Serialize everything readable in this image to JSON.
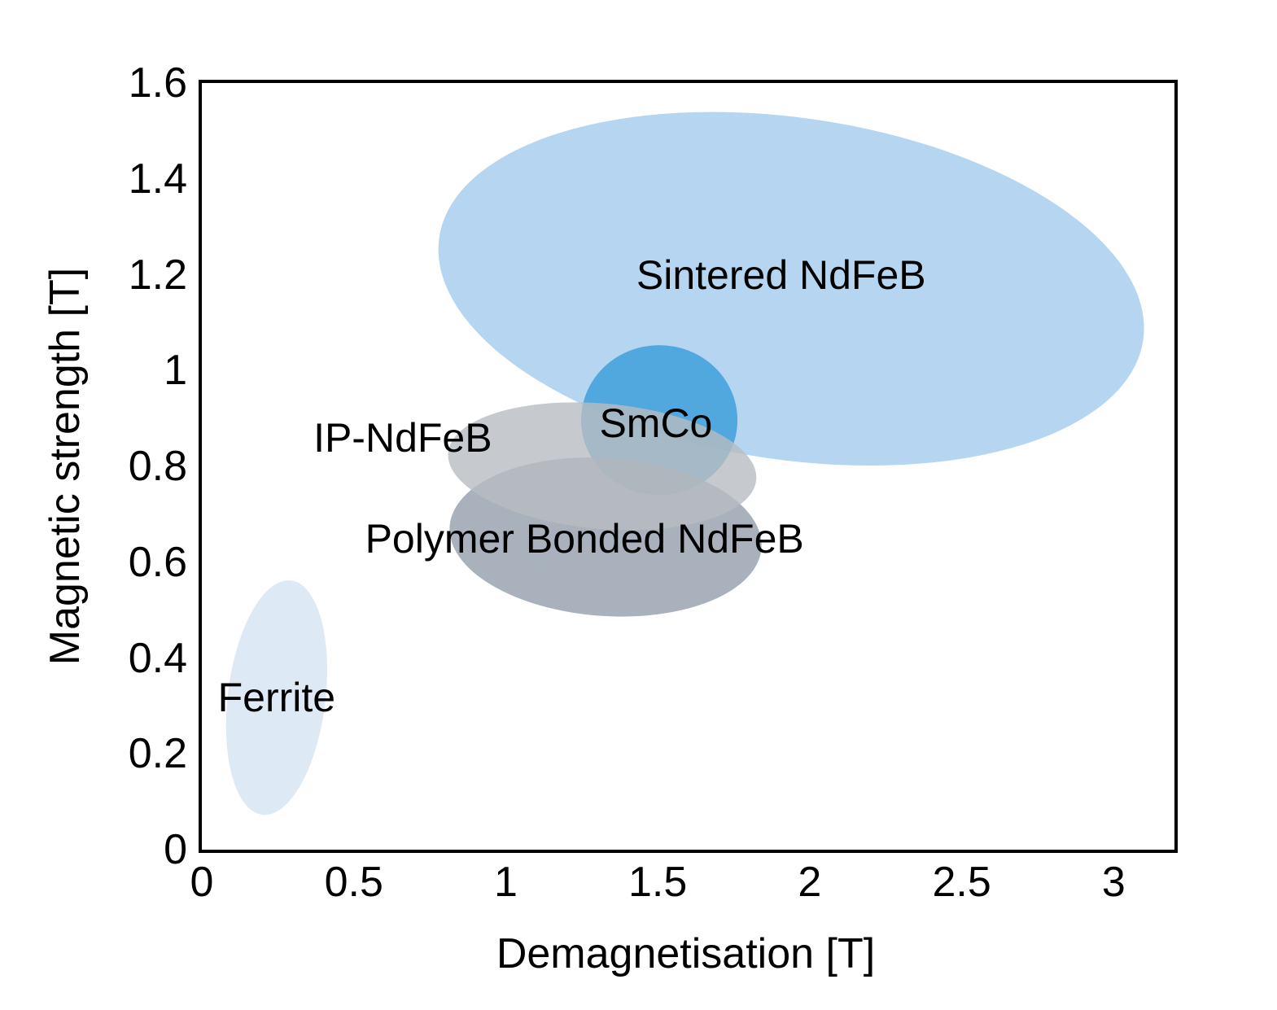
{
  "chart_data": {
    "type": "area",
    "title": "",
    "xlabel": "Demagnetisation [T]",
    "ylabel": "Magnetic strength [T]",
    "xlim": [
      0,
      3.2
    ],
    "ylim": [
      0,
      1.6
    ],
    "grid": false,
    "legend": "none (labels drawn inside regions)",
    "axis_color": "#000000",
    "background": "#FFFFFF",
    "x_ticks": {
      "values": [
        0,
        0.5,
        1,
        1.5,
        2,
        2.5,
        3
      ],
      "labels": [
        "0",
        "0.5",
        "1",
        "1.5",
        "2",
        "2.5",
        "3"
      ]
    },
    "y_ticks": {
      "values": [
        0,
        0.2,
        0.4,
        0.6,
        0.8,
        1,
        1.2,
        1.4,
        1.6
      ],
      "labels": [
        "0",
        "0.2",
        "0.4",
        "0.6",
        "0.8",
        "1",
        "1.2",
        "1.4",
        "1.6"
      ]
    },
    "regions": [
      {
        "id": "sintered-ndfeb",
        "label": "Sintered NdFeB",
        "cx": 1.94,
        "cy": 1.17,
        "rx": 1.17,
        "ry": 0.357,
        "rotation_deg": 8.3,
        "fill": "#B5D5F0",
        "z": 1,
        "label_x": 1.906,
        "label_y": 1.199
      },
      {
        "id": "smco",
        "label": "SmCo",
        "cx": 1.505,
        "cy": 0.897,
        "rx": 0.257,
        "ry": 0.156,
        "rotation_deg": 0,
        "fill": "rgba(62,160,218,0.85)",
        "z": 2,
        "label_x": 1.494,
        "label_y": 0.89
      },
      {
        "id": "ferrite",
        "label": "Ferrite",
        "cx": 0.246,
        "cy": 0.318,
        "rx": 0.161,
        "ry": 0.246,
        "rotation_deg": 7,
        "fill": "#DEE9F6",
        "z": 2,
        "label_x": 0.246,
        "label_y": 0.318
      },
      {
        "id": "polymer-bonded-ndfeb",
        "label": "Polymer Bonded NdFeB",
        "cx": 1.328,
        "cy": 0.652,
        "rx": 0.514,
        "ry": 0.165,
        "rotation_deg": 4,
        "fill": "rgba(145,155,170,0.78)",
        "z": 3,
        "label_x": 1.259,
        "label_y": 0.649
      },
      {
        "id": "ip-ndfeb",
        "label": "IP-NdFeB",
        "cx": 1.318,
        "cy": 0.8,
        "rx": 0.509,
        "ry": 0.131,
        "rotation_deg": 5,
        "fill": "rgba(184,188,193,0.80)",
        "z": 4,
        "label_x": 0.661,
        "label_y": 0.859
      }
    ]
  }
}
